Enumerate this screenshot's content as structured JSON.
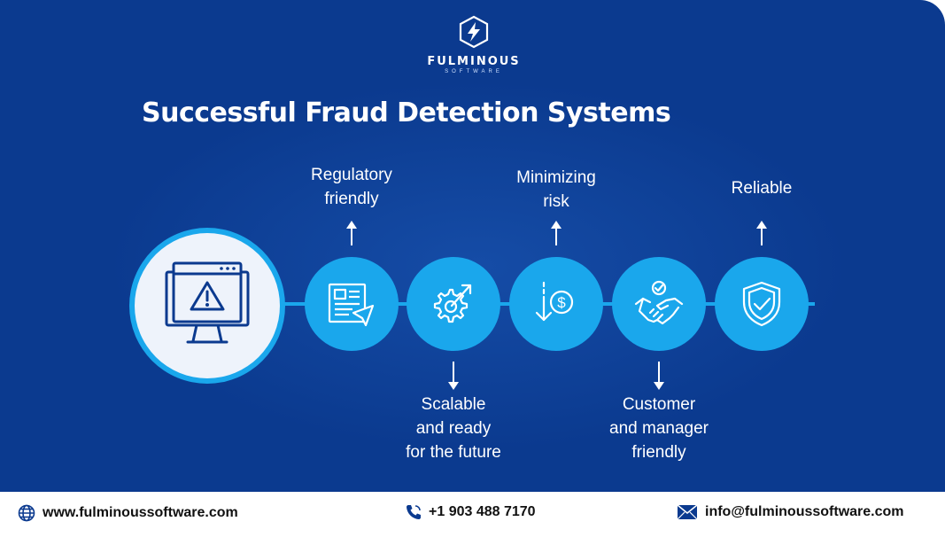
{
  "brand": {
    "name": "FULMINOUS",
    "tagline": "SOFTWARE"
  },
  "title": "Successful Fraud Detection Systems",
  "features": [
    {
      "label_lines": [
        "Regulatory",
        "friendly"
      ],
      "position": "above",
      "icon": "document-send-icon"
    },
    {
      "label_lines": [
        "Scalable",
        "and ready",
        "for the future"
      ],
      "position": "below",
      "icon": "gear-growth-icon"
    },
    {
      "label_lines": [
        "Minimizing",
        "risk"
      ],
      "position": "above",
      "icon": "dollar-down-icon"
    },
    {
      "label_lines": [
        "Customer",
        "and manager",
        "friendly"
      ],
      "position": "below",
      "icon": "handshake-icon"
    },
    {
      "label_lines": [
        "Reliable"
      ],
      "position": "above",
      "icon": "shield-check-icon"
    }
  ],
  "main_icon": "monitor-warning-icon",
  "footer": {
    "website": "www.fulminoussoftware.com",
    "phone": "+1 903 488 7170",
    "email": "info@fulminoussoftware.com"
  },
  "colors": {
    "background": "#0b3a8f",
    "accent": "#1aa7ec",
    "text": "#ffffff"
  }
}
